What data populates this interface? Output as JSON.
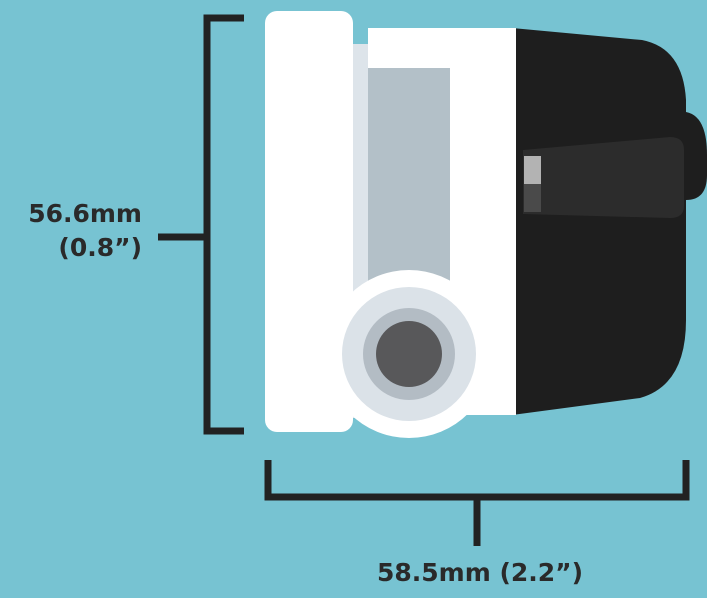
{
  "dimensions": {
    "height": {
      "value_mm": "56.6mm",
      "value_in": "(0.8”)"
    },
    "width": {
      "label": "58.5mm (2.2”)"
    }
  },
  "colors": {
    "background": "#77c3d2",
    "bracket": "#222222",
    "label_text": "#2a2a2a",
    "body_white": "#ffffff",
    "panel_light": "#dde4ea",
    "window_gray": "#b3c0c8",
    "back_dark": "#1e1e1e",
    "side_dark": "#2c2c2c",
    "lens_outer": "#dbe2e8",
    "lens_mid": "#b3bcc4",
    "lens_center": "#58585a",
    "switch_light": "#b3b3b3",
    "switch_dark": "#4a4a4a"
  }
}
